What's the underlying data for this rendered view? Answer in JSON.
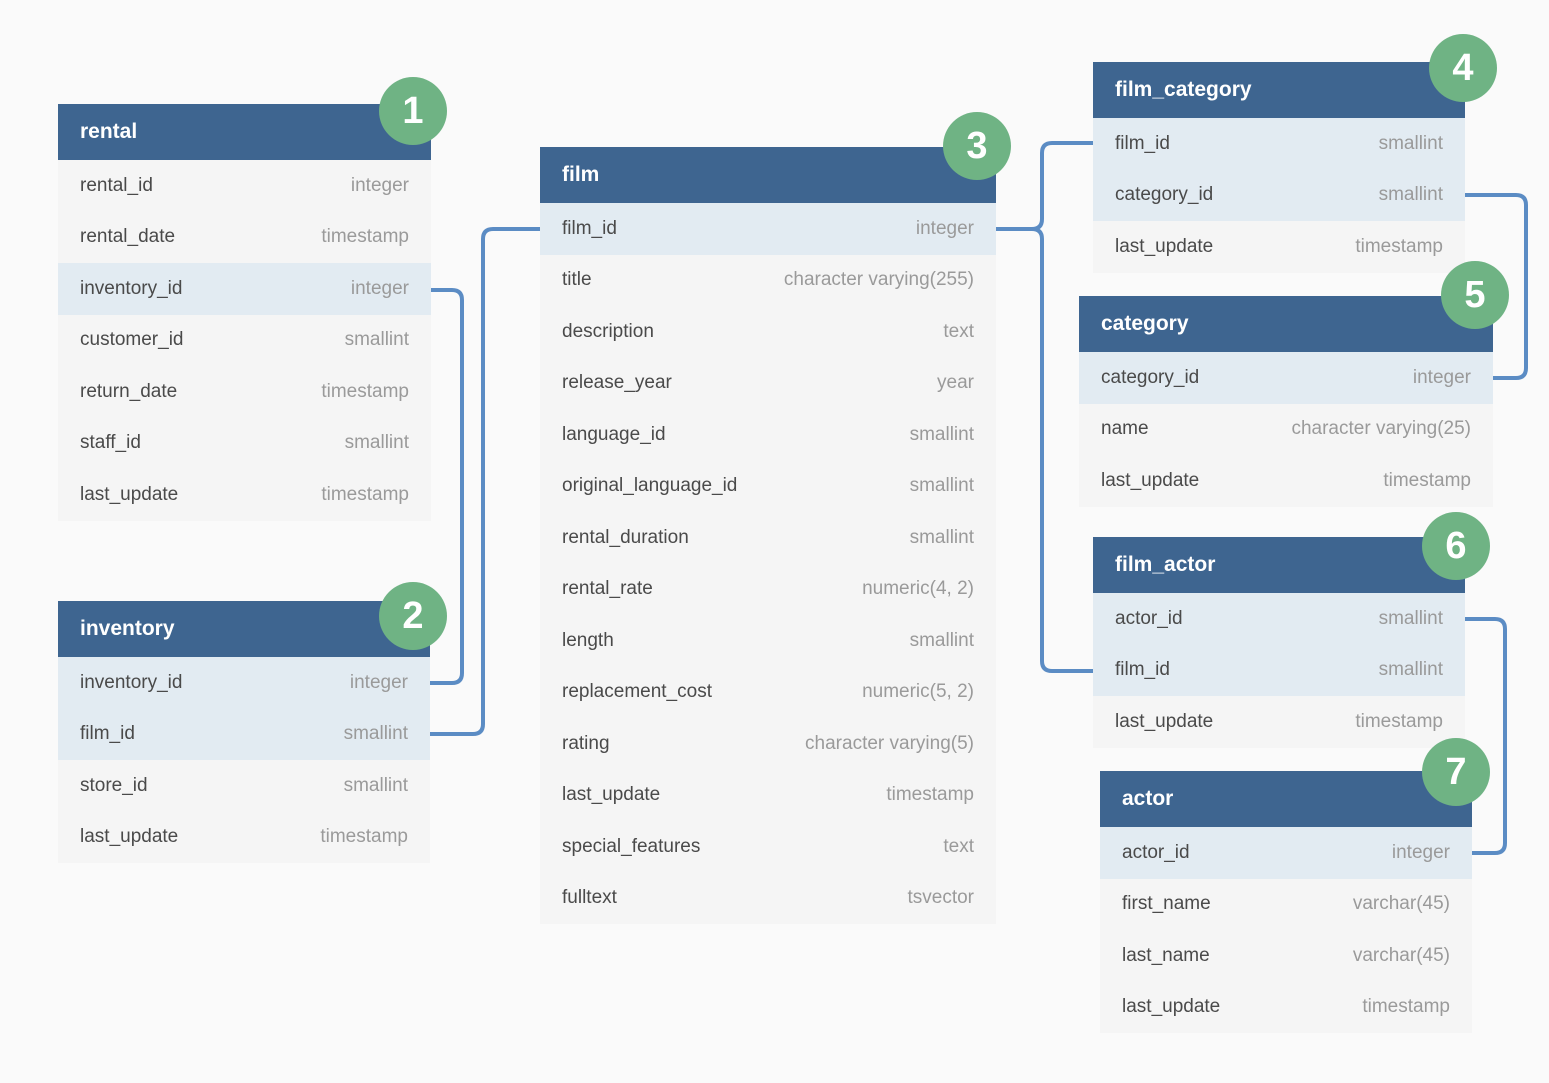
{
  "colors": {
    "header": "#3e6590",
    "key_row": "#e2ebf2",
    "badge": "#6fb384",
    "connector": "#5b8cc4"
  },
  "tables": {
    "rental": {
      "badge": "1",
      "title": "rental",
      "columns": [
        {
          "name": "rental_id",
          "type": "integer"
        },
        {
          "name": "rental_date",
          "type": "timestamp"
        },
        {
          "name": "inventory_id",
          "type": "integer"
        },
        {
          "name": "customer_id",
          "type": "smallint"
        },
        {
          "name": "return_date",
          "type": "timestamp"
        },
        {
          "name": "staff_id",
          "type": "smallint"
        },
        {
          "name": "last_update",
          "type": "timestamp"
        }
      ]
    },
    "inventory": {
      "badge": "2",
      "title": "inventory",
      "columns": [
        {
          "name": "inventory_id",
          "type": "integer"
        },
        {
          "name": "film_id",
          "type": "smallint"
        },
        {
          "name": "store_id",
          "type": "smallint"
        },
        {
          "name": "last_update",
          "type": "timestamp"
        }
      ]
    },
    "film": {
      "badge": "3",
      "title": "film",
      "columns": [
        {
          "name": "film_id",
          "type": "integer"
        },
        {
          "name": "title",
          "type": "character varying(255)"
        },
        {
          "name": "description",
          "type": "text"
        },
        {
          "name": "release_year",
          "type": "year"
        },
        {
          "name": "language_id",
          "type": "smallint"
        },
        {
          "name": "original_language_id",
          "type": "smallint"
        },
        {
          "name": "rental_duration",
          "type": "smallint"
        },
        {
          "name": "rental_rate",
          "type": "numeric(4, 2)"
        },
        {
          "name": "length",
          "type": "smallint"
        },
        {
          "name": "replacement_cost",
          "type": "numeric(5, 2)"
        },
        {
          "name": "rating",
          "type": "character varying(5)"
        },
        {
          "name": "last_update",
          "type": "timestamp"
        },
        {
          "name": "special_features",
          "type": "text"
        },
        {
          "name": "fulltext",
          "type": "tsvector"
        }
      ]
    },
    "film_category": {
      "badge": "4",
      "title": "film_category",
      "columns": [
        {
          "name": "film_id",
          "type": "smallint"
        },
        {
          "name": "category_id",
          "type": "smallint"
        },
        {
          "name": "last_update",
          "type": "timestamp"
        }
      ]
    },
    "category": {
      "badge": "5",
      "title": "category",
      "columns": [
        {
          "name": "category_id",
          "type": "integer"
        },
        {
          "name": "name",
          "type": "character varying(25)"
        },
        {
          "name": "last_update",
          "type": "timestamp"
        }
      ]
    },
    "film_actor": {
      "badge": "6",
      "title": "film_actor",
      "columns": [
        {
          "name": "actor_id",
          "type": "smallint"
        },
        {
          "name": "film_id",
          "type": "smallint"
        },
        {
          "name": "last_update",
          "type": "timestamp"
        }
      ]
    },
    "actor": {
      "badge": "7",
      "title": "actor",
      "columns": [
        {
          "name": "actor_id",
          "type": "integer"
        },
        {
          "name": "first_name",
          "type": "varchar(45)"
        },
        {
          "name": "last_name",
          "type": "varchar(45)"
        },
        {
          "name": "last_update",
          "type": "timestamp"
        }
      ]
    }
  }
}
